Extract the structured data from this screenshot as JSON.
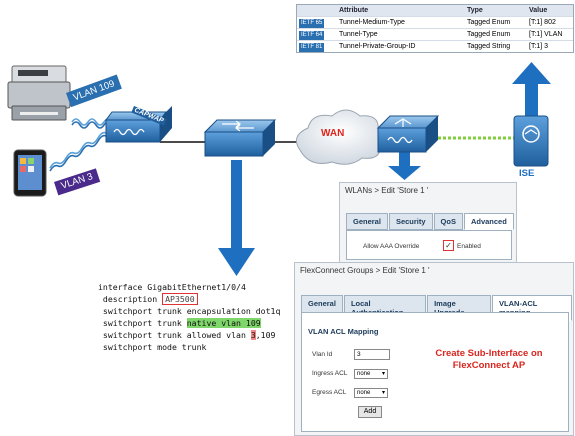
{
  "colors": {
    "arrow_blue": "#1f6fc0",
    "device_blue": "#2b73b5",
    "wan_red": "#e0241b",
    "callout_red": "#d8261f",
    "green_link": "#7fce3a"
  },
  "network": {
    "vlan109_label": "VLAN 109",
    "vlan3_label": "VLAN 3",
    "capwap_label": "CAPWAP",
    "wan_label": "WAN",
    "ise_label": "ISE"
  },
  "attribute_table": {
    "headers": [
      "Attribute",
      "Type",
      "Value"
    ],
    "rows": [
      {
        "ietf": "IETF 65",
        "attribute": "Tunnel-Medium-Type",
        "type": "Tagged Enum",
        "value": "[T:1] 802"
      },
      {
        "ietf": "IETF 64",
        "attribute": "Tunnel-Type",
        "type": "Tagged Enum",
        "value": "[T:1] VLAN"
      },
      {
        "ietf": "IETF 81",
        "attribute": "Tunnel-Private-Group-ID",
        "type": "Tagged String",
        "value": "[T:1] 3"
      }
    ]
  },
  "wlan": {
    "title": "WLANs > Edit  'Store 1 '",
    "tabs": [
      "General",
      "Security",
      "QoS",
      "Advanced"
    ],
    "aaa_label": "Allow AAA Override",
    "enabled_label": "Enabled"
  },
  "flexconnect": {
    "title": "FlexConnect Groups > Edit  'Store 1 '",
    "tabs": [
      "General",
      "Local Authentication",
      "Image Upgrade",
      "VLAN-ACL mapping"
    ],
    "section_title": "VLAN ACL Mapping",
    "vlan_id_label": "Vlan Id",
    "vlan_id_value": "3",
    "ingress_label": "Ingress ACL",
    "egress_label": "Egress ACL",
    "ingress_value": "none",
    "egress_value": "none",
    "add_label": "Add",
    "callout_line1": "Create Sub-Interface on",
    "callout_line2": "FlexConnect AP"
  },
  "config": {
    "line1": "interface GigabitEthernet1/0/4",
    "line2_prefix": " description ",
    "line2_value": "AP3500",
    "line3": " switchport trunk encapsulation dot1q",
    "line4_prefix": " switchport trunk ",
    "line4_highlight": "native vlan 109",
    "line5_prefix": " switchport trunk allowed vlan ",
    "line5_highlight": "3",
    "line5_suffix": ",109",
    "line6": " switchport mode trunk"
  }
}
